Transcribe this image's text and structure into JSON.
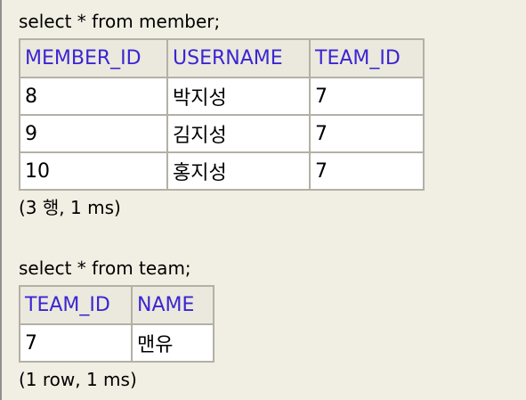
{
  "queries": [
    {
      "sql": "select * from member;",
      "columns": [
        "MEMBER_ID",
        "USERNAME",
        "TEAM_ID"
      ],
      "rows": [
        [
          "8",
          "박지성",
          "7"
        ],
        [
          "9",
          "김지성",
          "7"
        ],
        [
          "10",
          "홍지성",
          "7"
        ]
      ],
      "summary": "(3 행, 1 ms)"
    },
    {
      "sql": "select * from team;",
      "columns": [
        "TEAM_ID",
        "NAME"
      ],
      "rows": [
        [
          "7",
          "맨유"
        ]
      ],
      "summary": "(1 row, 1 ms)"
    }
  ],
  "colors": {
    "background": "#f1efe3",
    "header_text": "#3b25d2",
    "header_bg": "#ebe9de",
    "border": "#b3b0a6"
  }
}
